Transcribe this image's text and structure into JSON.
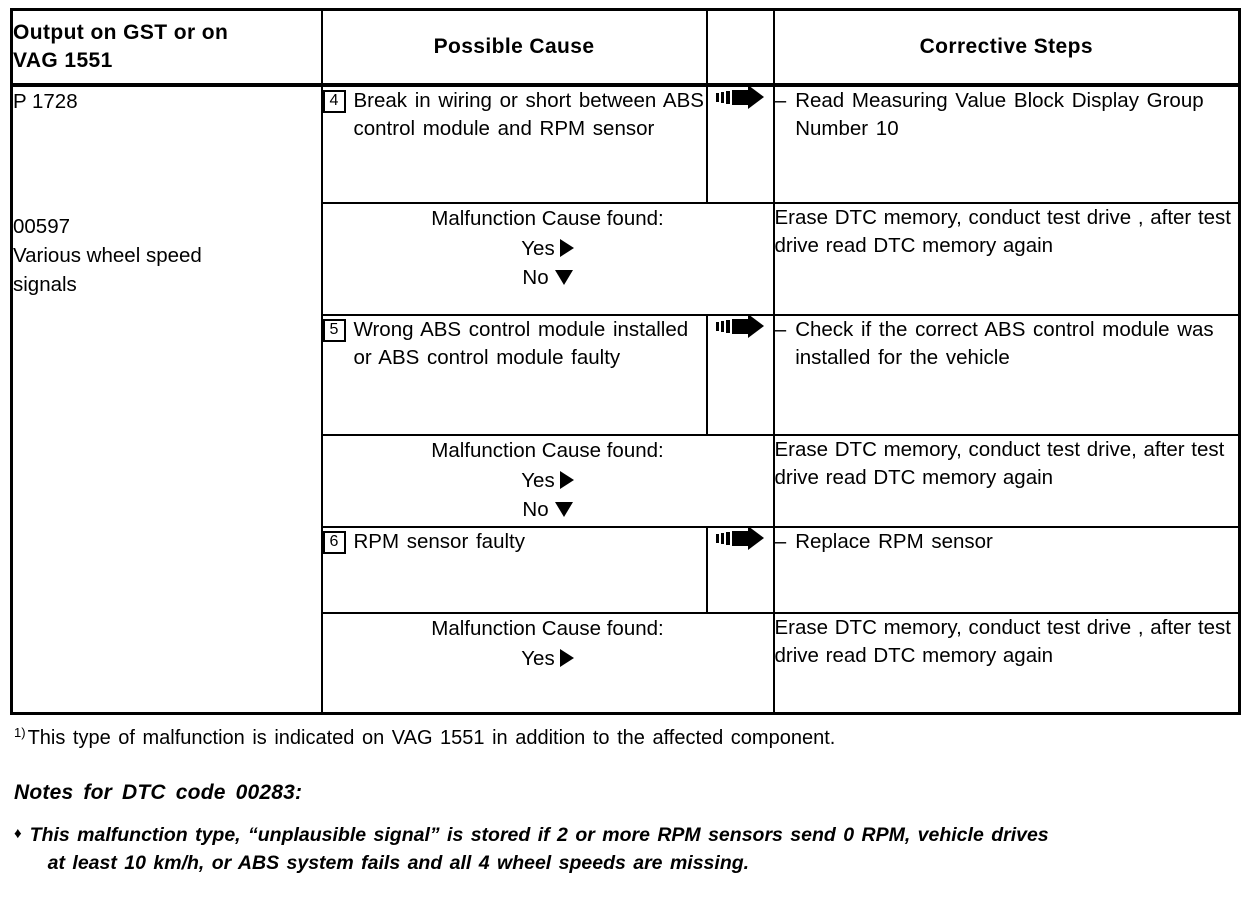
{
  "table": {
    "headers": {
      "code_column": "Output  on GST or on VAG   1551",
      "code_column_line1": "Output  on GST or on",
      "code_column_line2": "VAG   1551",
      "cause_column": "Possible    Cause",
      "arrow_column": "",
      "corrective_column": "Corrective    Steps"
    },
    "code_cell": {
      "p_code": "P 1728",
      "dtc_number": "00597",
      "dtc_description_line1": "Various  wheel  speed",
      "dtc_description_line2": "signals"
    },
    "rows": [
      {
        "type": "cause",
        "number": "4",
        "cause_text": "Break in wiring or short between ABS control module and RPM sensor",
        "arrow_icon": "pointing-hand-arrow-icon",
        "corrective_dash": "–",
        "corrective_text": "Read Measuring Value Block Display Group Number 10"
      },
      {
        "type": "malfunction",
        "prompt": "Malfunction Cause found:",
        "yes_label": "Yes",
        "no_label": "No",
        "yes_marker": "triangle-right-icon",
        "no_marker": "triangle-down-icon",
        "corrective_text": "Erase DTC memory, conduct test drive , after test drive read DTC memory  again"
      },
      {
        "type": "cause",
        "number": "5",
        "cause_text": "Wrong ABS  control  module installed  or  ABS  control module  faulty",
        "arrow_icon": "pointing-hand-arrow-icon",
        "corrective_dash": "–",
        "corrective_text": "Check if the correct ABS control module was installed for the vehicle"
      },
      {
        "type": "malfunction",
        "prompt": "Malfunction Cause found:",
        "yes_label": "Yes",
        "no_label": "No",
        "yes_marker": "triangle-right-icon",
        "no_marker": "triangle-down-icon",
        "corrective_text": "Erase DTC memory, conduct test drive, after test drive read DTC memory  again"
      },
      {
        "type": "cause",
        "number": "6",
        "cause_text": "RPM sensor faulty",
        "arrow_icon": "pointing-hand-arrow-icon",
        "corrective_dash": "–",
        "corrective_text": "Replace RPM sensor"
      },
      {
        "type": "malfunction",
        "prompt": "Malfunction Cause found:",
        "yes_label": "Yes",
        "no_label": "",
        "yes_marker": "triangle-right-icon",
        "no_marker": "",
        "corrective_text": "Erase DTC memory, conduct test drive , after test drive read DTC memory  again"
      }
    ]
  },
  "footer": {
    "footnote_marker": "1)",
    "footnote_text": "This  type  of  malfunction  is  indicated  on  VAG  1551  in  addition  to  the  affected  component.",
    "notes_title": "Notes  for  DTC  code  00283:",
    "bullet_marker": "♦",
    "bullet_line1": "This  malfunction  type,  “unplausible  signal” is  stored  if 2 or  more RPM sensors send 0 RPM, vehicle drives",
    "bullet_line2": "at least 10 km/h, or ABS system fails and all 4 wheel speeds are missing."
  },
  "colors": {
    "ink": "#000000",
    "paper": "#ffffff"
  }
}
